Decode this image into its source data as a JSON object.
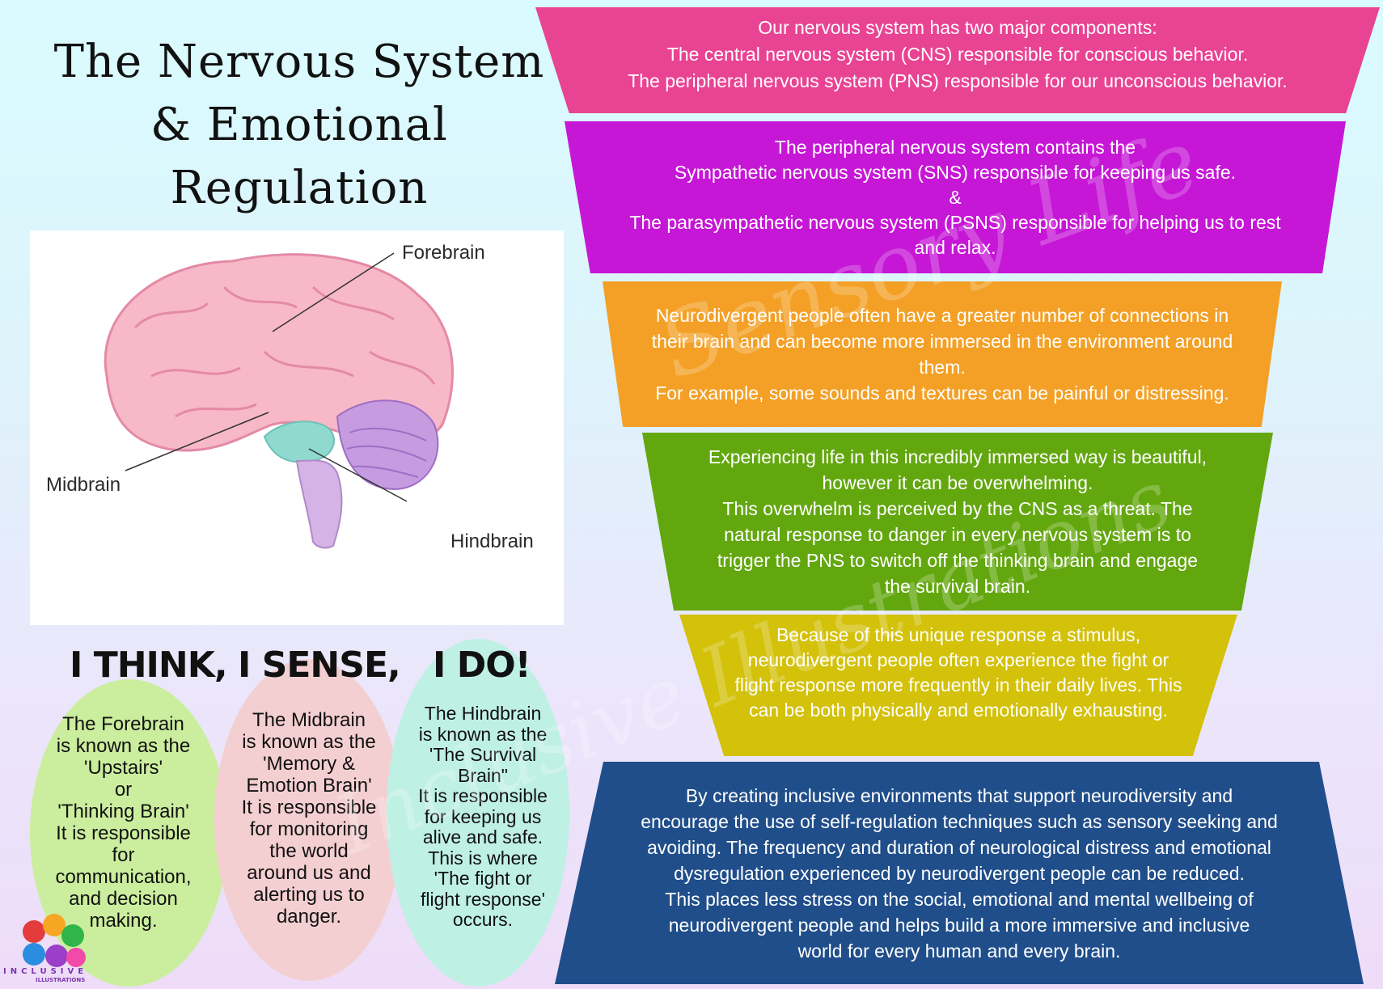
{
  "title": {
    "line1": "The Nervous System",
    "line2": "& Emotional",
    "line3": "Regulation"
  },
  "diagram": {
    "forebrain": "Forebrain",
    "midbrain": "Midbrain",
    "hindbrain": "Hindbrain"
  },
  "headings": {
    "think": "I THINK,",
    "sense": "I SENSE,",
    "do": "I DO!"
  },
  "ovals": {
    "forebrain": "The Forebrain\nis known as the\n'Upstairs'\nor\n'Thinking Brain'\nIt is responsible\nfor\ncommunication,\nand decision\nmaking.",
    "midbrain": "The Midbrain\nis known as the\n'Memory &\nEmotion Brain'\nIt is responsible\nfor monitoring\nthe world\naround us and\nalerting us to\ndanger.",
    "hindbrain": "The Hindbrain\nis known as the\n'The Survival\nBrain\"\nIt is responsible\nfor keeping us\nalive and safe.\nThis is where\n'The fight or\nflight response'\noccurs."
  },
  "funnel": {
    "band1": "Our nervous system has two major components:\nThe central nervous system (CNS) responsible for conscious behavior.\nThe peripheral nervous system (PNS) responsible for our unconscious behavior.",
    "band2": "The peripheral nervous system contains the\nSympathetic nervous system (SNS) responsible for keeping us safe.\n&\nThe parasympathetic nervous system (PSNS) responsible for helping us to rest\nand relax.",
    "band3": "Neurodivergent people often have a greater number of connections in\ntheir brain and can become more immersed in the environment around\nthem.\nFor example, some sounds and textures can be painful or distressing.",
    "band4": "Experiencing life in this incredibly immersed way is beautiful,\nhowever it can be overwhelming.\nThis overwhelm is perceived by the CNS as a threat. The\nnatural response to danger in every nervous system is to\ntrigger the PNS to switch off the thinking brain and engage\nthe survival brain.",
    "band5": "Because of this unique response a stimulus,\nneurodivergent people often experience the fight or\nflight response more frequently in their daily lives. This\ncan be both physically and emotionally exhausting.",
    "band6": "By creating inclusive environments that support neurodiversity and\nencourage the use of self-regulation techniques such as sensory seeking and\navoiding. The frequency and duration of neurological distress and emotional\ndysregulation experienced by neurodivergent people can be reduced.\nThis places less stress on the social, emotional and mental wellbeing of\nneurodivergent people and helps build a more immersive and inclusive\nworld for every human and every brain."
  },
  "logo": {
    "name": "INCLUSIVE",
    "sub": "ILLUSTRATIONS"
  },
  "watermark": {
    "line1": "Sensory Life",
    "line2": "Inclusive Illustrations"
  },
  "colors": {
    "band1": "#e94393",
    "band2": "#c617d6",
    "band3": "#f4a026",
    "band4": "#63a70f",
    "band5": "#d3c10a",
    "band6": "#204e8a",
    "oval1": "#cbee9e",
    "oval2": "#f4cfd1",
    "oval3": "#bff0e4"
  }
}
